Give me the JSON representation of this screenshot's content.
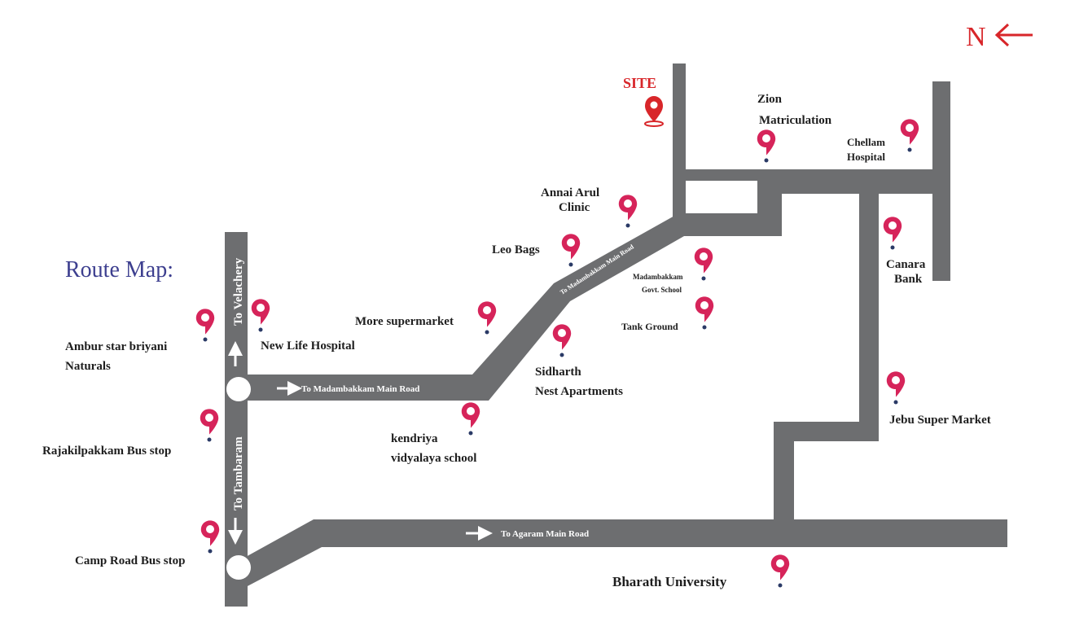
{
  "title": "Route Map:",
  "north_label": "N",
  "site_label": "SITE",
  "colors": {
    "road": "#6d6e70",
    "pin": "#d6245a",
    "site": "#d8262a",
    "title": "#3d3f8f",
    "dot": "#2a3a66"
  },
  "roads": {
    "velachery": "To Velachery",
    "tambaram": "To Tambaram",
    "madambakkam": "To Madambakkam Main Road",
    "madambakkam_diag": "To Madambakkam Main Road",
    "agaram": "To Agaram  Main Road"
  },
  "landmarks": {
    "zion_1": "Zion",
    "zion_2": "Matriculation",
    "chellam_1": "Chellam",
    "chellam_2": "Hospital",
    "annai_1": "Annai Arul",
    "annai_2": "Clinic",
    "leo": "Leo Bags",
    "govt_1": "Madambakkam",
    "govt_2": "Govt. School",
    "tank": "Tank Ground",
    "canara_1": "Canara",
    "canara_2": "Bank",
    "more": "More supermarket",
    "sidharth_1": "Sidharth",
    "sidharth_2": "Nest Apartments",
    "ambur_1": "Ambur star briyani",
    "ambur_2": "Naturals",
    "newlife": "New Life Hospital",
    "kendriya_1": "kendriya",
    "kendriya_2": "vidyalaya school",
    "rajakilpakkam": "Rajakilpakkam Bus stop",
    "camp": "Camp Road Bus stop",
    "jebu": "Jebu Super Market",
    "bharath": "Bharath University"
  }
}
